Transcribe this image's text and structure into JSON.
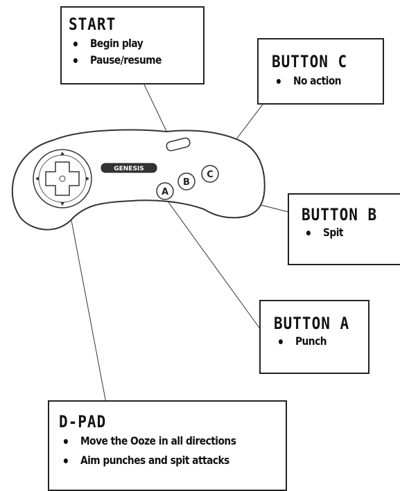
{
  "controller": {
    "logo_text": "GENESIS",
    "buttons": {
      "a": "A",
      "b": "B",
      "c": "C"
    }
  },
  "labels": {
    "start": {
      "title": "START",
      "items": [
        "Begin play",
        "Pause/resume"
      ]
    },
    "button_c": {
      "title": "BUTTON C",
      "items": [
        "No action"
      ]
    },
    "button_b": {
      "title": "BUTTON B",
      "items": [
        "Spit"
      ]
    },
    "button_a": {
      "title": "BUTTON A",
      "items": [
        "Punch"
      ]
    },
    "dpad": {
      "title": "D-PAD",
      "items": [
        "Move the Ooze in all directions",
        "Aim punches and spit attacks"
      ]
    }
  }
}
